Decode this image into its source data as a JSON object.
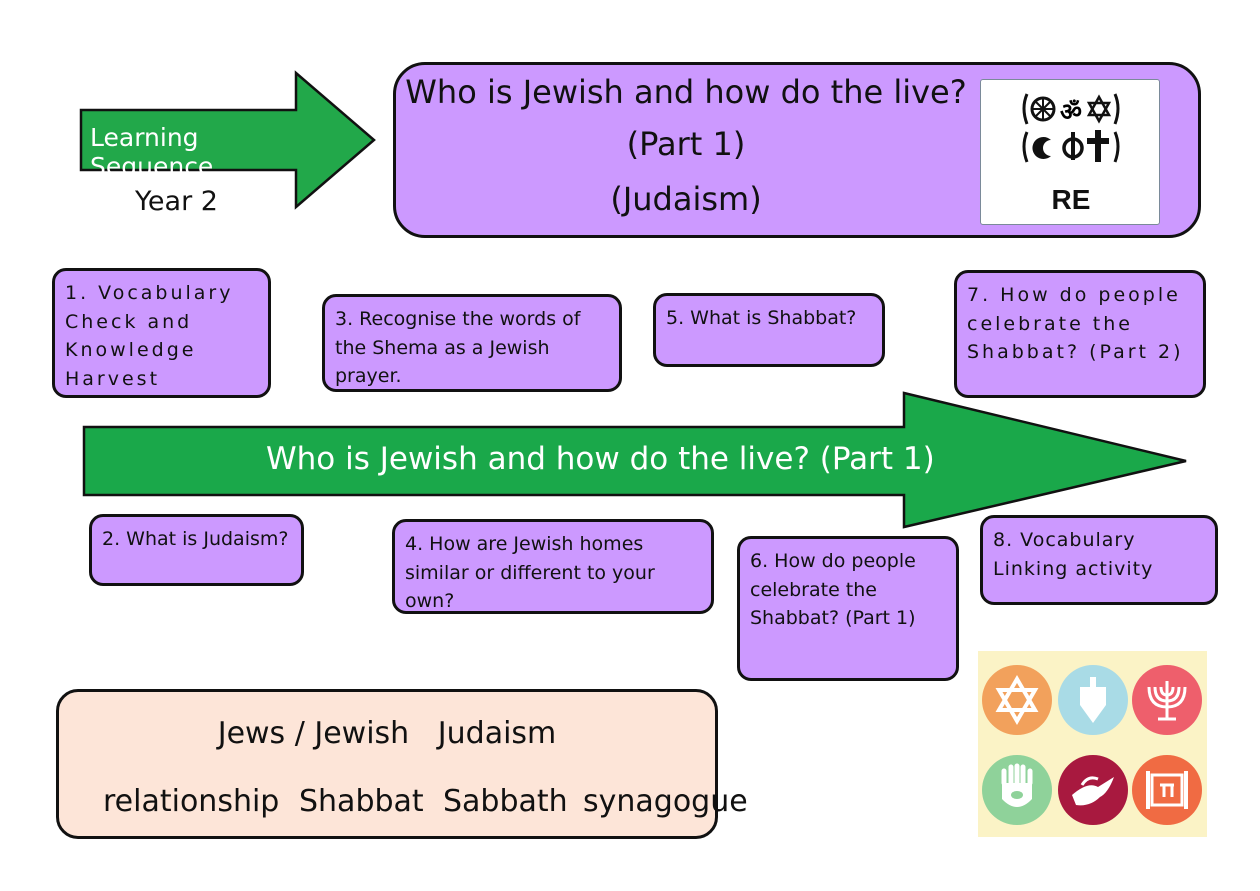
{
  "sequence_arrow": {
    "label": "Learning Sequence",
    "color": "#22a84a"
  },
  "year_label": "Year 2",
  "title": {
    "line1": "Who is Jewish and how do the live?",
    "line2": "(Part 1)",
    "line3": "(Judaism)",
    "bg_color": "#cc99ff"
  },
  "re_badge": {
    "label": "RE",
    "symbols": [
      "dharma-wheel-icon",
      "om-icon",
      "star-of-david-icon",
      "crescent-icon",
      "khanda-icon",
      "cross-icon"
    ]
  },
  "main_arrow": {
    "label": "Who is Jewish and how do the live? (Part 1)",
    "color": "#1aa84a"
  },
  "lessons": {
    "l1": "1. Vocabulary Check and Knowledge Harvest",
    "l2": "2. What is Judaism?",
    "l3": "3. Recognise the words of the Shema as a Jewish prayer.",
    "l4": "4. How are Jewish homes similar or different to your own?",
    "l5": "5. What is Shabbat?",
    "l6": "6. How do people celebrate the Shabbat? (Part 1)",
    "l7": "7. How do people celebrate the Shabbat? (Part 2)",
    "l8": "8. Vocabulary Linking activity"
  },
  "vocabulary": {
    "row1": "Jews / Jewish   Judaism",
    "row2": [
      "relationship",
      "Shabbat",
      "Sabbath",
      "synagogue"
    ],
    "bg_color": "#fde5d8"
  },
  "symbol_panel": {
    "icons": [
      "star-of-david-icon",
      "dreidel-icon",
      "menorah-icon",
      "hamsa-icon",
      "dove-icon",
      "torah-scroll-icon"
    ],
    "colors": [
      "#f2a15c",
      "#a9dbe6",
      "#ee5f6c",
      "#8fd29a",
      "#a8193f",
      "#f06b43"
    ]
  }
}
